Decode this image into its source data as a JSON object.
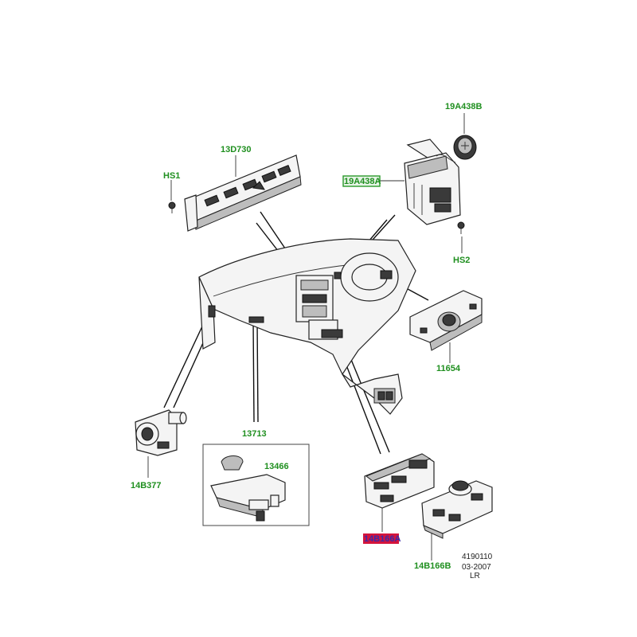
{
  "colors": {
    "label_green": "#1f8f1f",
    "highlight_box": "#2a9a2a",
    "highlight_red": "#d4143c",
    "highlight_text_red": "#3a2aa8"
  },
  "labels": {
    "l_19a438b": "19A438B",
    "l_19a438a": "19A438A",
    "l_hs1": "HS1",
    "l_13d730": "13D730",
    "l_hs2": "HS2",
    "l_11654": "11654",
    "l_13713": "13713",
    "l_13466": "13466",
    "l_14b377": "14B377",
    "l_14b166a": "14B166A",
    "l_14b166b": "14B166B"
  },
  "footer": {
    "ref_number": "4190110",
    "date": "03-2007",
    "trailing": "LR"
  }
}
